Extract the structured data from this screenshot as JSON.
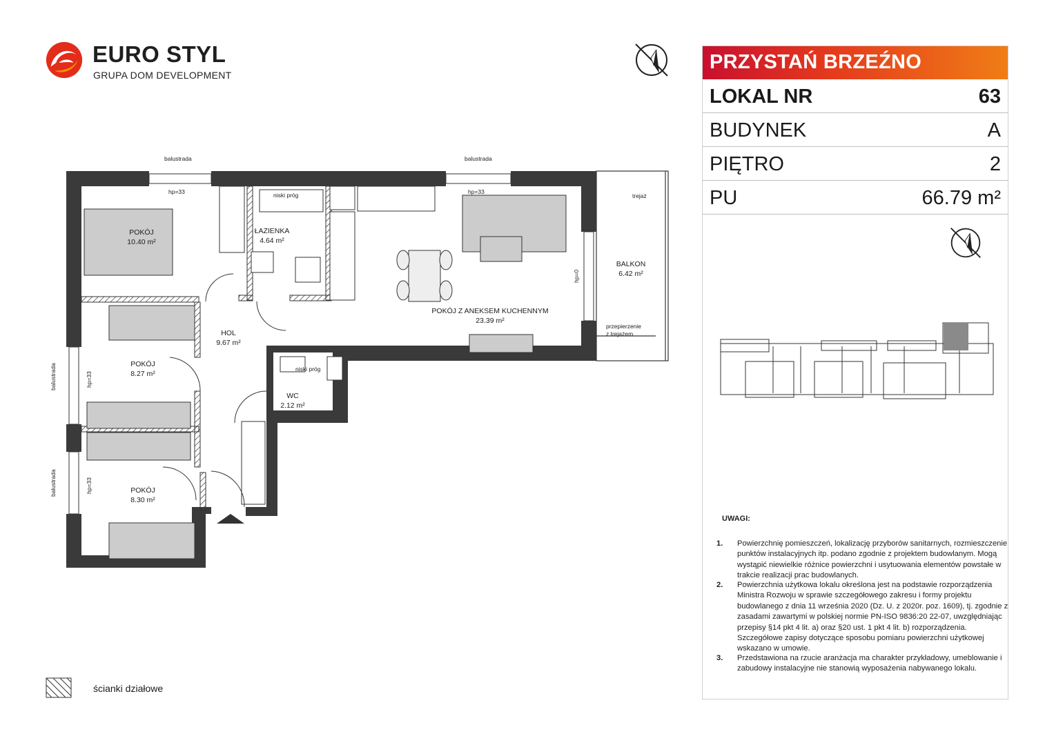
{
  "logo": {
    "name": "EURO STYL",
    "subtitle": "GRUPA DOM DEVELOPMENT",
    "colors": {
      "primary": "#e32c1a",
      "secondary": "#f39200"
    }
  },
  "panel": {
    "title": "PRZYSTAŃ BRZEŹNO",
    "title_colors": [
      "#c8102e",
      "#f07d16"
    ],
    "rows": [
      {
        "label": "LOKAL NR",
        "value": "63"
      },
      {
        "label": "BUDYNEK",
        "value": "A"
      },
      {
        "label": "PIĘTRO",
        "value": "2"
      },
      {
        "label": "PU",
        "value": "66.79 m²"
      }
    ],
    "notes_title": "UWAGI:",
    "notes": [
      {
        "num": "1.",
        "text": "Powierzchnię pomieszczeń, lokalizację przyborów sanitarnych, rozmieszczenie punktów instalacyjnych itp. podano zgodnie z projektem budowlanym. Mogą wystąpić niewielkie różnice powierzchni i usytuowania elementów powstałe w trakcie realizacji prac budowlanych."
      },
      {
        "num": "2.",
        "text": "Powierzchnia użytkowa lokalu określona jest na podstawie rozporządzenia Ministra Rozwoju w sprawie szczegółowego zakresu i formy projektu budowlanego z dnia 11 września 2020 (Dz. U. z 2020r. poz. 1609), tj. zgodnie z zasadami zawartymi w polskiej normie PN-ISO 9836:20 22-07, uwzględniając przepisy §14 pkt 4 lit. a) oraz §20 ust. 1 pkt 4 lit. b) rozporządzenia. Szczegółowe zapisy dotyczące sposobu pomiaru powierzchni użytkowej wskazano w umowie."
      },
      {
        "num": "3.",
        "text": "Przedstawiona na rzucie aranżacja ma charakter przykładowy, umeblowanie i zabudowy instalacyjne nie stanowią wyposażenia nabywanego lokalu."
      }
    ]
  },
  "legend": {
    "text": "ścianki działowe"
  },
  "plan": {
    "rooms": [
      {
        "name": "POKÓJ",
        "area": "10.40 m²"
      },
      {
        "name": "ŁAZIENKA",
        "area": "4.64 m²"
      },
      {
        "name": "POKÓJ Z ANEKSEM KUCHENNYM",
        "area": "23.39 m²"
      },
      {
        "name": "BALKON",
        "area": "6.42 m²"
      },
      {
        "name": "HOL",
        "area": "9.67 m²"
      },
      {
        "name": "POKÓJ",
        "area": "8.27 m²"
      },
      {
        "name": "WC",
        "area": "2.12 m²"
      },
      {
        "name": "POKÓJ",
        "area": "8.30 m²"
      }
    ],
    "annotations": {
      "balustrada": "balustrada",
      "hp33": "hp=33",
      "hp0": "hp=0",
      "niski_prog": "niski próg",
      "trejaz": "trejaż",
      "przepierzenie_1": "przepierzenie",
      "przepierzenie_2": "z trejażem"
    }
  }
}
